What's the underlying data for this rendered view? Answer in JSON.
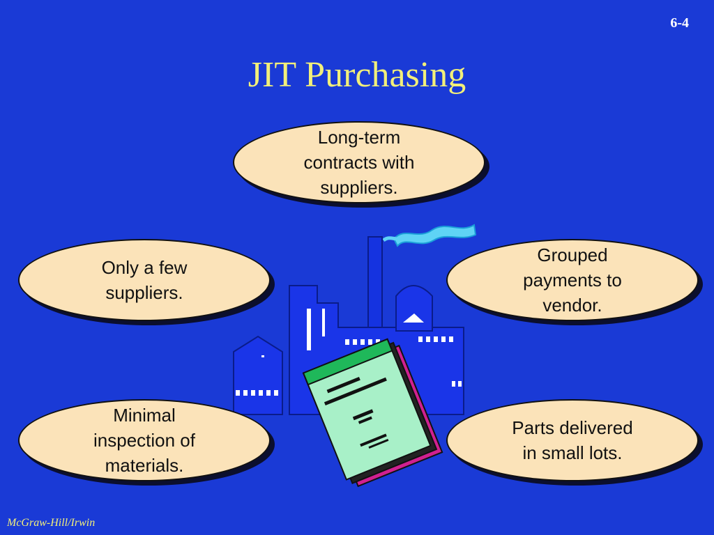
{
  "slide": {
    "number": "6-4",
    "title": "JIT Purchasing",
    "footer": "McGraw-Hill/Irwin"
  },
  "bubbles": {
    "top": [
      "Long-term",
      "contracts with",
      "suppliers."
    ],
    "left_mid": [
      "Only a few",
      "suppliers."
    ],
    "right_mid": [
      "Grouped",
      "payments to",
      "vendor."
    ],
    "left_bot": [
      "Minimal",
      "inspection of",
      "materials."
    ],
    "right_bot": [
      "Parts delivered",
      "in small lots."
    ]
  },
  "colors": {
    "background": "#1a3ad6",
    "title": "#f2ef7a",
    "bubble_fill": "#fbe3b9"
  },
  "illustration": "factory-with-purchase-order-icon"
}
